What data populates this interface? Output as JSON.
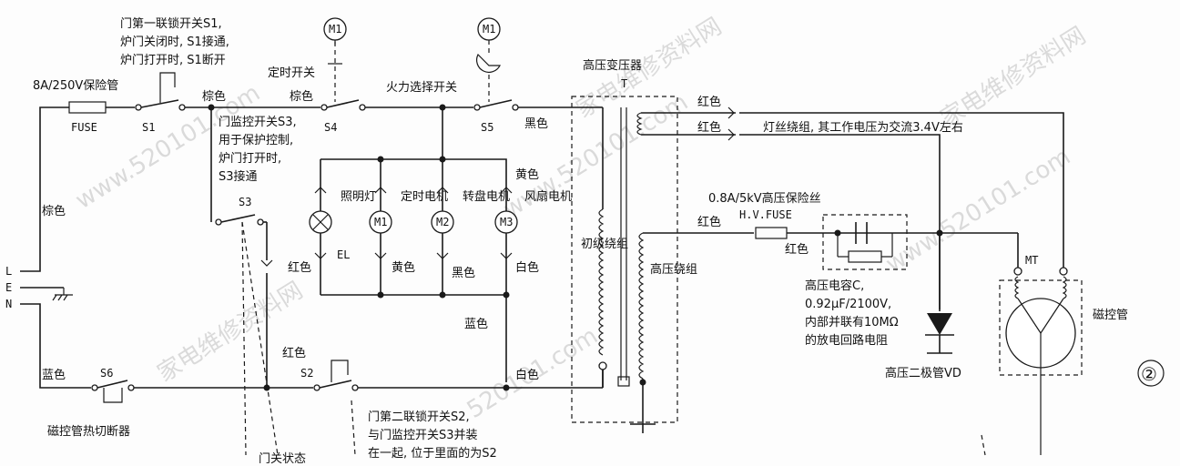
{
  "title": "",
  "labels": {
    "s1_line1": "门第一联锁开关S1,",
    "s1_line2": "炉门关闭时, S1接通,",
    "s1_line3": "炉门打开时, S1断开",
    "fuse_rating": "8A/250V保险管",
    "fuse": "FUSE",
    "s1": "S1",
    "brown1": "棕色",
    "timer_switch": "定时开关",
    "brown2": "棕色",
    "s4": "S4",
    "power_select": "火力选择开关",
    "s5": "S5",
    "black1": "黑色",
    "hv_transformer": "高压变压器",
    "t": "T",
    "red1": "红色",
    "red2": "红色",
    "filament": "灯丝绕组, 其工作电压为交流3.4V左右",
    "s3_line1": "门监控开关S3,",
    "s3_line2": "用于保护控制,",
    "s3_line3": "炉门打开时,",
    "s3_line4": "S3接通",
    "s3": "S3",
    "brown3": "棕色",
    "lamp": "照明灯",
    "timer_motor": "定时电机",
    "turntable_motor": "转盘电机",
    "fan_motor": "风扇电机",
    "yellow1": "黄色",
    "el": "EL",
    "red3": "红色",
    "yellow2": "黄色",
    "black2": "黑色",
    "white1": "白色",
    "m1a": "M1",
    "m1b": "M1",
    "m1c": "M1",
    "m2": "M2",
    "m3": "M3",
    "primary": "初级绕组",
    "secondary": "高压绕组",
    "hv_fuse_rating": "0.8A/5kV高压保险丝",
    "hv_fuse": "H.V.FUSE",
    "red4": "红色",
    "red5": "红色",
    "capacitor_line1": "高压电容C,",
    "capacitor_line2": "0.92μF/2100V,",
    "capacitor_line3": "内部并联有10MΩ",
    "capacitor_line4": "的放电回路电阻",
    "diode": "高压二极管VD",
    "mt": "MT",
    "magnetron": "磁控管",
    "L": "L",
    "E": "E",
    "N": "N",
    "blue1": "蓝色",
    "s6": "S6",
    "thermal_cutoff": "磁控管热切断器",
    "red6": "红色",
    "s2": "S2",
    "blue2": "蓝色",
    "white2": "白色",
    "s2_line1": "门第二联锁开关S2,",
    "s2_line2": "与门监控开关S3并装",
    "s2_line3": "在一起, 位于里面的为S2",
    "door_state": "门关状态",
    "circle_number": "②",
    "watermark1": "家电维修资料网",
    "watermark2": "www.520101.com",
    "watermark3": "520101.com"
  }
}
